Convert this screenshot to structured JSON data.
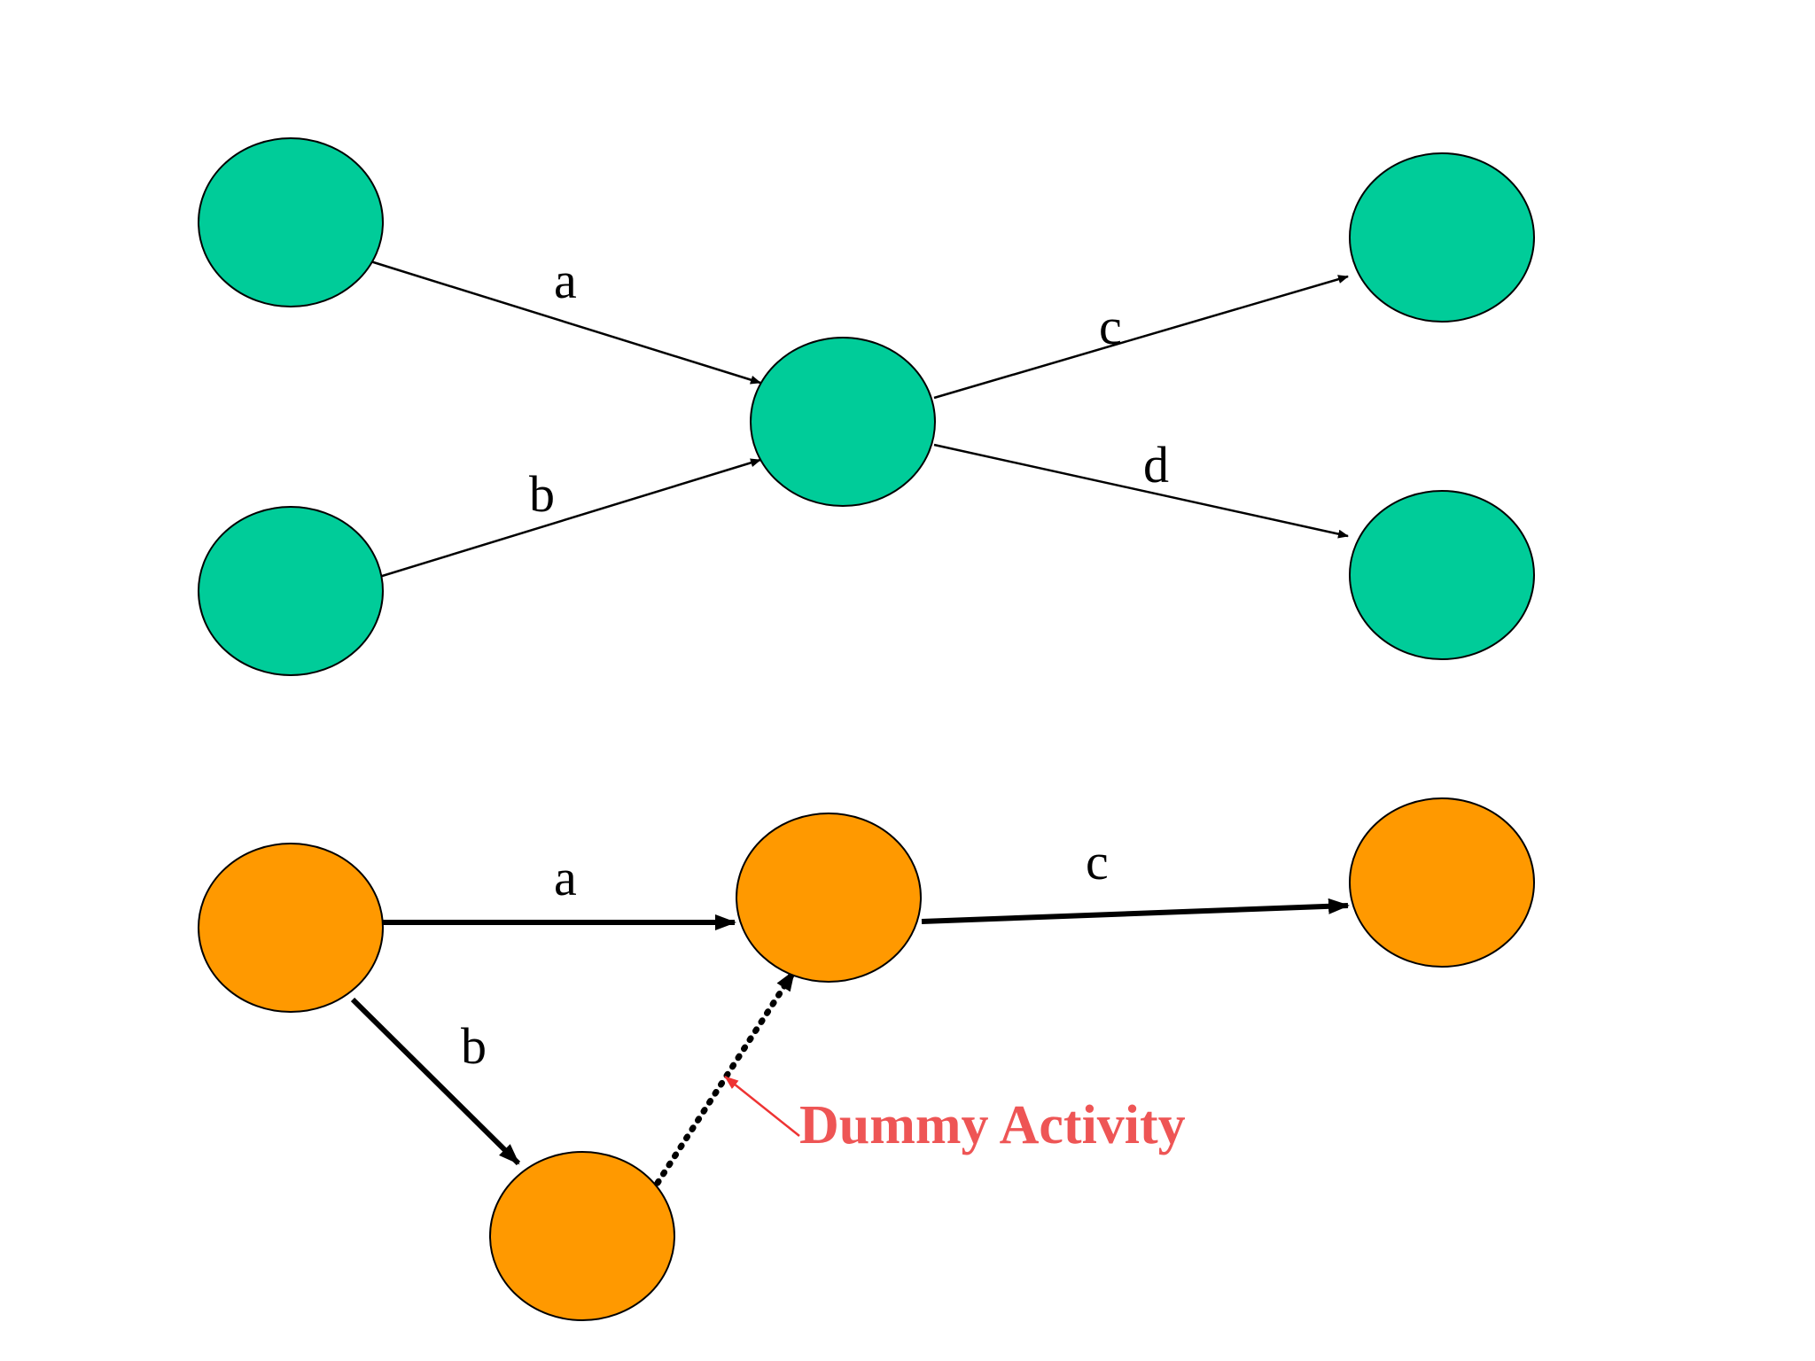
{
  "colors": {
    "top_node_fill": "#00CC99",
    "bottom_node_fill": "#FF9900",
    "node_stroke": "#000000",
    "edge": "#000000",
    "callout": "#EE5555"
  },
  "top_network": {
    "edge_labels": {
      "a": "a",
      "b": "b",
      "c": "c",
      "d": "d"
    }
  },
  "bottom_network": {
    "edge_labels": {
      "a": "a",
      "b": "b",
      "c": "c"
    },
    "dummy_callout": "Dummy Activity"
  }
}
